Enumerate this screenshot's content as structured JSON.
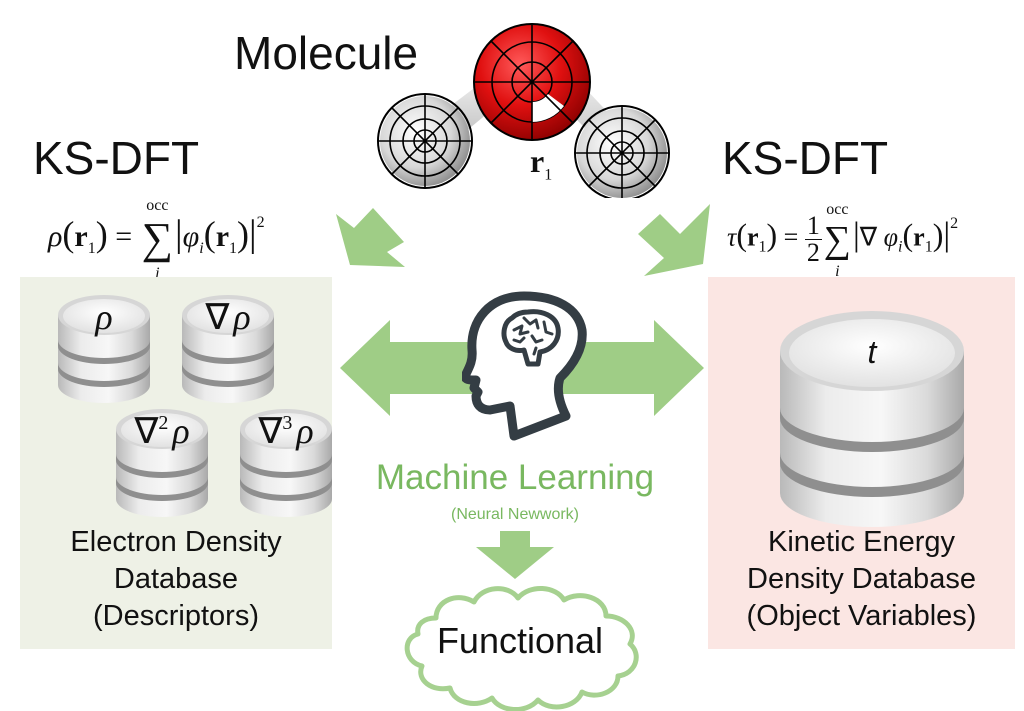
{
  "header": {
    "molecule_title": "Molecule",
    "bond_vector_label": "r",
    "bond_vector_sub": "1"
  },
  "left_branch": {
    "method_title": "KS-DFT",
    "formula": {
      "lhs_symbol": "ρ",
      "arg": "r",
      "arg_sub": "1",
      "sum_upper": "occ",
      "sum_lower": "i",
      "sum_symbol": "∑",
      "orbital": "φ",
      "orbital_sub": "i",
      "power": "2"
    },
    "database": {
      "cylinders": [
        {
          "label": "ρ",
          "operator": "",
          "order": ""
        },
        {
          "label": "ρ",
          "operator": "∇",
          "order": ""
        },
        {
          "label": "ρ",
          "operator": "∇",
          "order": "2"
        },
        {
          "label": "ρ",
          "operator": "∇",
          "order": "3"
        }
      ],
      "label_line1": "Electron Density",
      "label_line2": "Database",
      "label_line3": "(Descriptors)",
      "background_color": "#eef1e6"
    }
  },
  "right_branch": {
    "method_title": "KS-DFT",
    "formula": {
      "lhs_symbol": "τ",
      "arg": "r",
      "arg_sub": "1",
      "frac_num": "1",
      "frac_den": "2",
      "sum_upper": "occ",
      "sum_lower": "i",
      "sum_symbol": "∑",
      "gradient": "∇",
      "orbital": "φ",
      "orbital_sub": "i",
      "power": "2"
    },
    "database": {
      "cylinder_label": "t",
      "label_line1": "Kinetic Energy",
      "label_line2": "Density Database",
      "label_line3": "(Object Variables)",
      "background_color": "#fbe6e3"
    }
  },
  "center": {
    "icon": "head-brain-icon",
    "title": "Machine Learning",
    "subtitle": "(Neural Newwork)",
    "output": "Functional"
  },
  "colors": {
    "accent_green": "#9fcd86",
    "text_green": "#79b860",
    "oxygen_red": "#d90f0f",
    "head_icon": "#343d44"
  }
}
